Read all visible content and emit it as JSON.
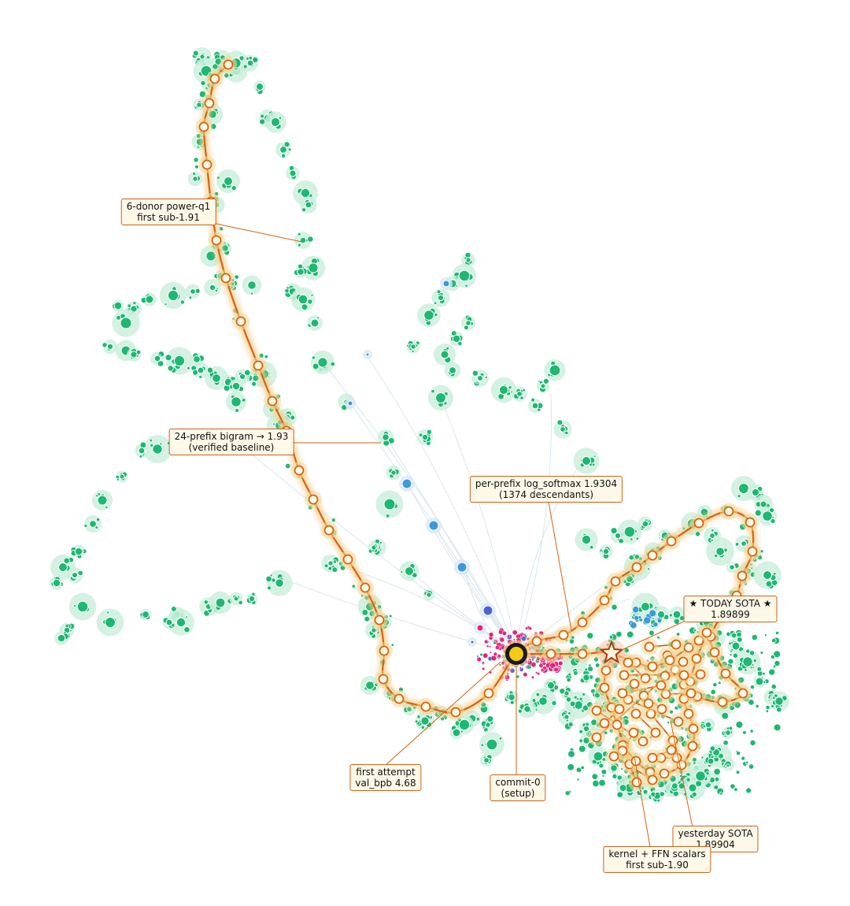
{
  "colors": {
    "node": "#1db873",
    "node_halo": "#cdeedd",
    "path": "#d9620f",
    "path_glow": "#f3cf8e",
    "path_node_fill": "#fffbea",
    "root": "#1b1b1b",
    "root_core": "#f6c915",
    "magenta": "#e0257b",
    "blue": "#4c63d6",
    "light_blue": "#3b9ad9",
    "edge": "#d9e6ee",
    "star_fill": "#fff5dc",
    "star_stroke": "#a83a10"
  },
  "annotations": [
    {
      "id": "six-donor",
      "line1": "6-donor power-q1",
      "line2": "first sub-1.91"
    },
    {
      "id": "prefix-bigram",
      "line1": "24-prefix bigram → 1.93",
      "line2": "(verified baseline)"
    },
    {
      "id": "per-prefix",
      "line1": "per-prefix log_softmax  1.9304",
      "line2": "(1374 descendants)"
    },
    {
      "id": "today-sota",
      "line1": "★  TODAY SOTA  ★",
      "line2": "1.89899"
    },
    {
      "id": "first-attempt",
      "line1": "first attempt",
      "line2": "val_bpb 4.68"
    },
    {
      "id": "commit-0",
      "line1": "commit-0",
      "line2": "(setup)"
    },
    {
      "id": "yesterday-sota",
      "line1": "yesterday SOTA",
      "line2": "1.89904"
    },
    {
      "id": "kernel-ffn",
      "line1": "kernel + FFN scalars",
      "line2": "first sub-1.90"
    }
  ]
}
